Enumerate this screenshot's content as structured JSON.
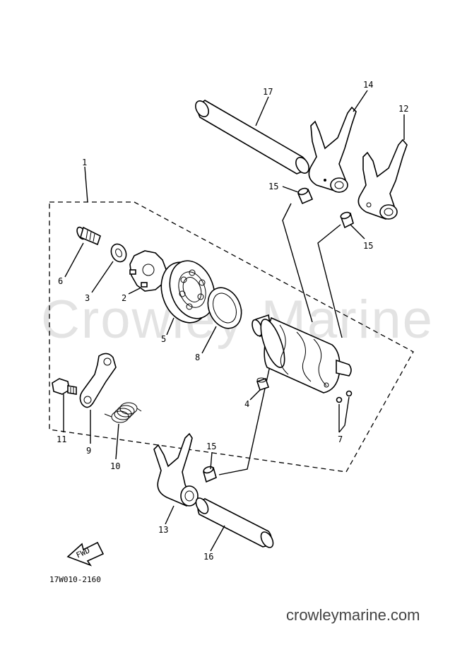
{
  "watermark": "Crowley Marine",
  "diagram_code": "17W010-2160",
  "fwd_label": "FWD",
  "site_url": "crowleymarine.com",
  "callouts": {
    "c1": "1",
    "c2": "2",
    "c3": "3",
    "c4": "4",
    "c5": "5",
    "c6": "6",
    "c7": "7",
    "c8": "8",
    "c9": "9",
    "c10": "10",
    "c11": "11",
    "c12": "12",
    "c13": "13",
    "c14": "14",
    "c15a": "15",
    "c15b": "15",
    "c15c": "15",
    "c16": "16",
    "c17": "17"
  }
}
